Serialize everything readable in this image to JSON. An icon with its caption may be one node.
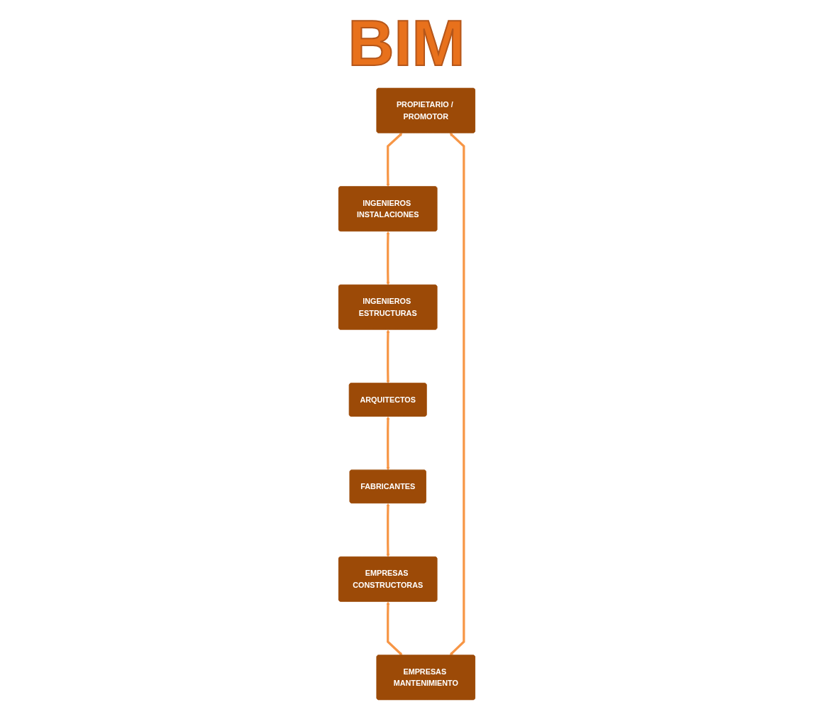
{
  "diagram": {
    "title": "BIM",
    "nodes": [
      {
        "text": [
          "PROPIETARIO / PROMOTOR"
        ]
      },
      {
        "text": [
          "EMPRESAS MANTENIMIENTO"
        ]
      },
      {
        "text": [
          "INGENIEROS INSTALACIONES"
        ]
      },
      {
        "text": [
          "EMPRESAS CONSTRUCTORAS"
        ]
      },
      {
        "text": [
          "INGENIEROS ESTRUCTURAS"
        ]
      },
      {
        "text": [
          "FABRICANTES"
        ]
      },
      {
        "text": [
          "ARQUITECTOS"
        ]
      }
    ],
    "edges": [
      {
        "from": 0,
        "to": 2,
        "arrow": "both"
      },
      {
        "from": 2,
        "to": 4,
        "arrow": "both"
      },
      {
        "from": 4,
        "to": 6,
        "arrow": "both"
      },
      {
        "from": 6,
        "to": 5,
        "arrow": "both"
      },
      {
        "from": 5,
        "to": 3,
        "arrow": "both"
      },
      {
        "from": 3,
        "to": 1,
        "arrow": "both"
      },
      {
        "from": 1,
        "to": 0,
        "arrow": "both"
      }
    ]
  }
}
